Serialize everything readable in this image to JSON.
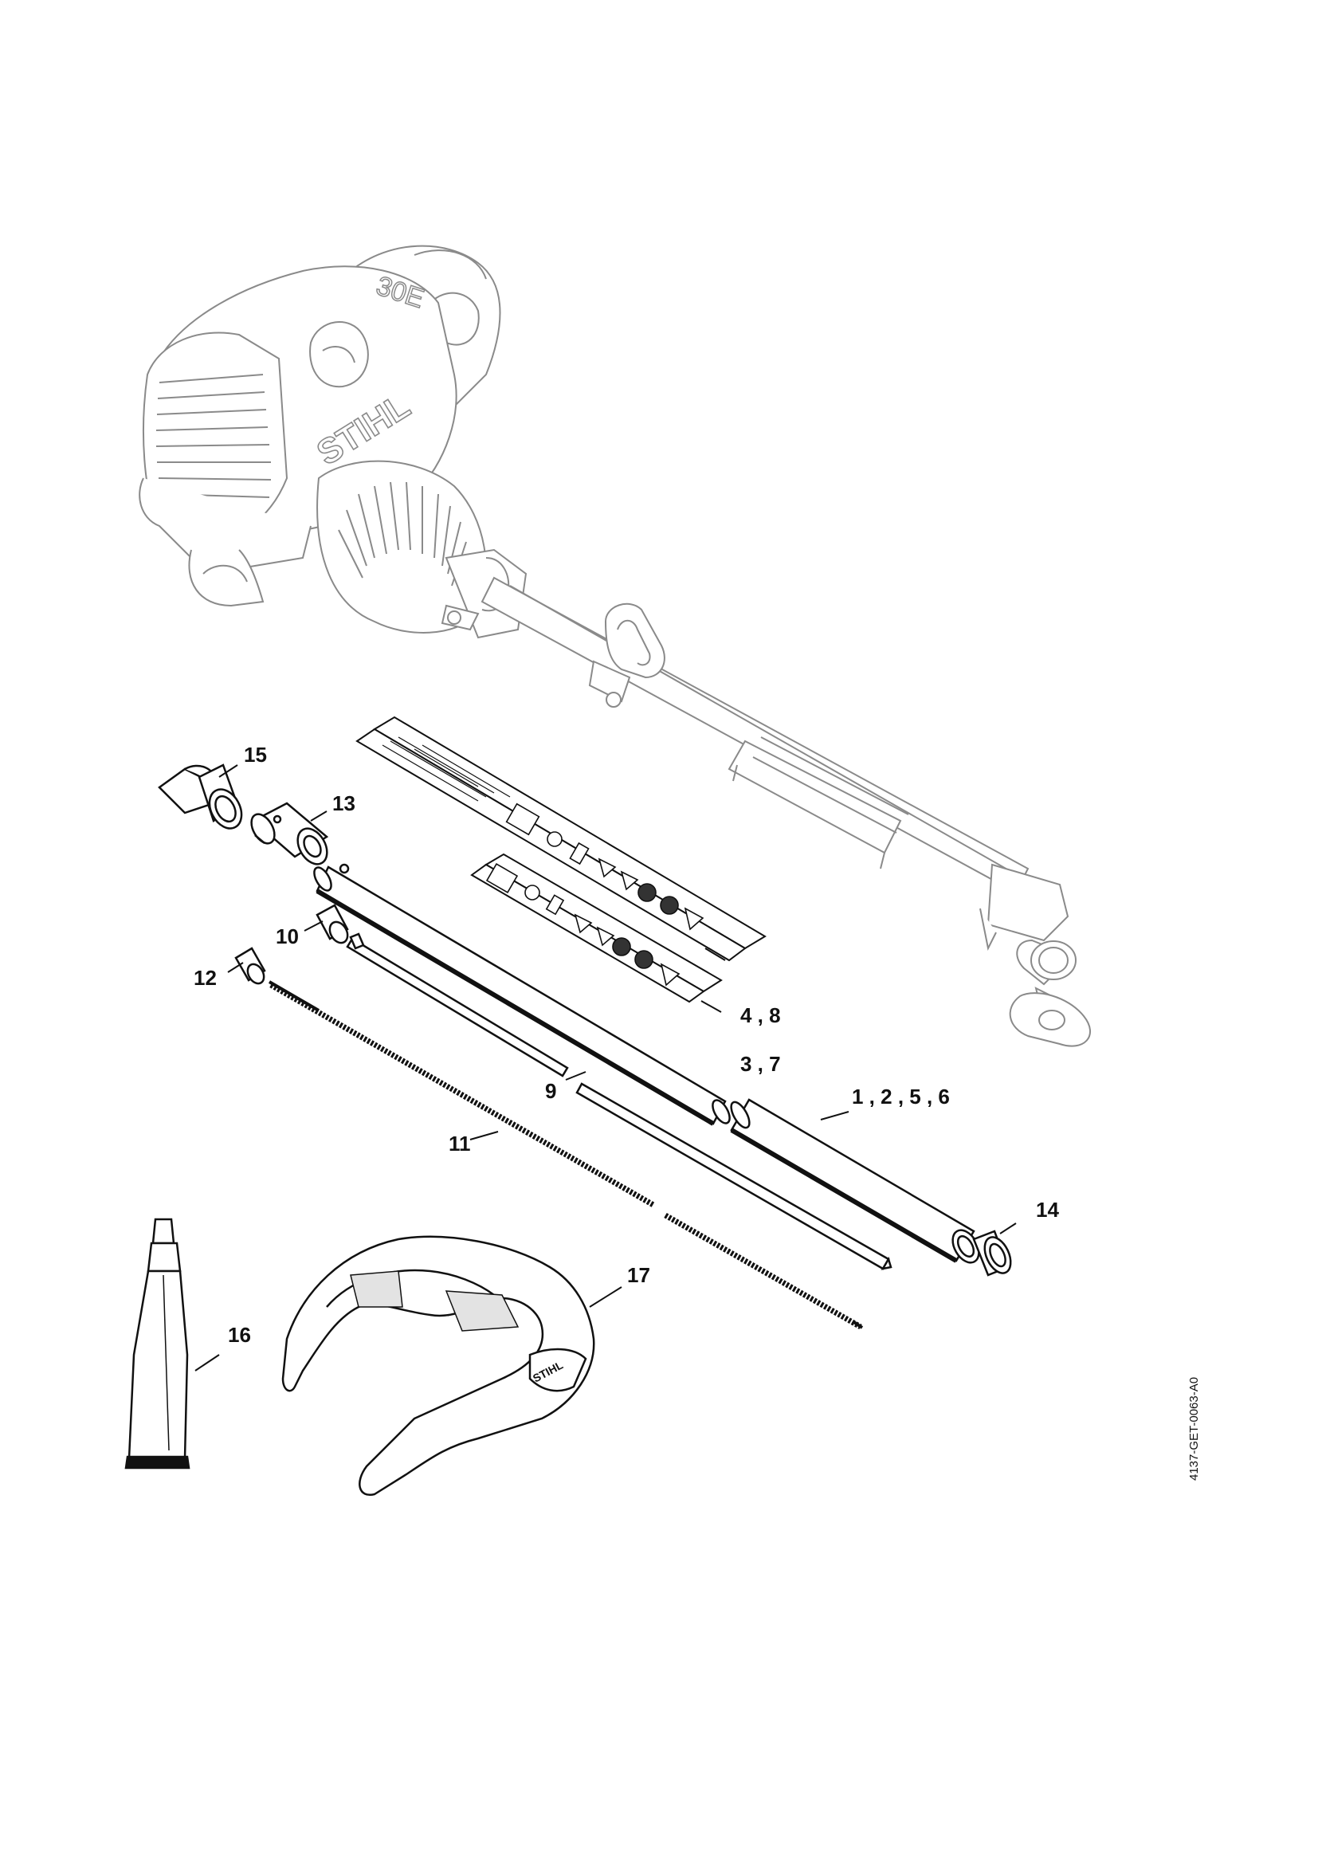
{
  "diagram": {
    "brand_logo_text": "STIHL",
    "engine_marking": "30E",
    "figure_code": "4137-GET-0063-A0",
    "callouts": [
      {
        "id": "c15",
        "label": "15"
      },
      {
        "id": "c13",
        "label": "13"
      },
      {
        "id": "c10",
        "label": "10"
      },
      {
        "id": "c12",
        "label": "12"
      },
      {
        "id": "c48",
        "label": "4 , 8"
      },
      {
        "id": "c37",
        "label": "3 , 7"
      },
      {
        "id": "c9",
        "label": "9"
      },
      {
        "id": "c1256",
        "label": "1 , 2 , 5 , 6"
      },
      {
        "id": "c11",
        "label": "11"
      },
      {
        "id": "c14",
        "label": "14"
      },
      {
        "id": "c17",
        "label": "17"
      },
      {
        "id": "c16",
        "label": "16"
      }
    ],
    "colors": {
      "line": "#111111",
      "shade": "#d9d9d9",
      "engine_line": "#8a8a8a"
    }
  }
}
